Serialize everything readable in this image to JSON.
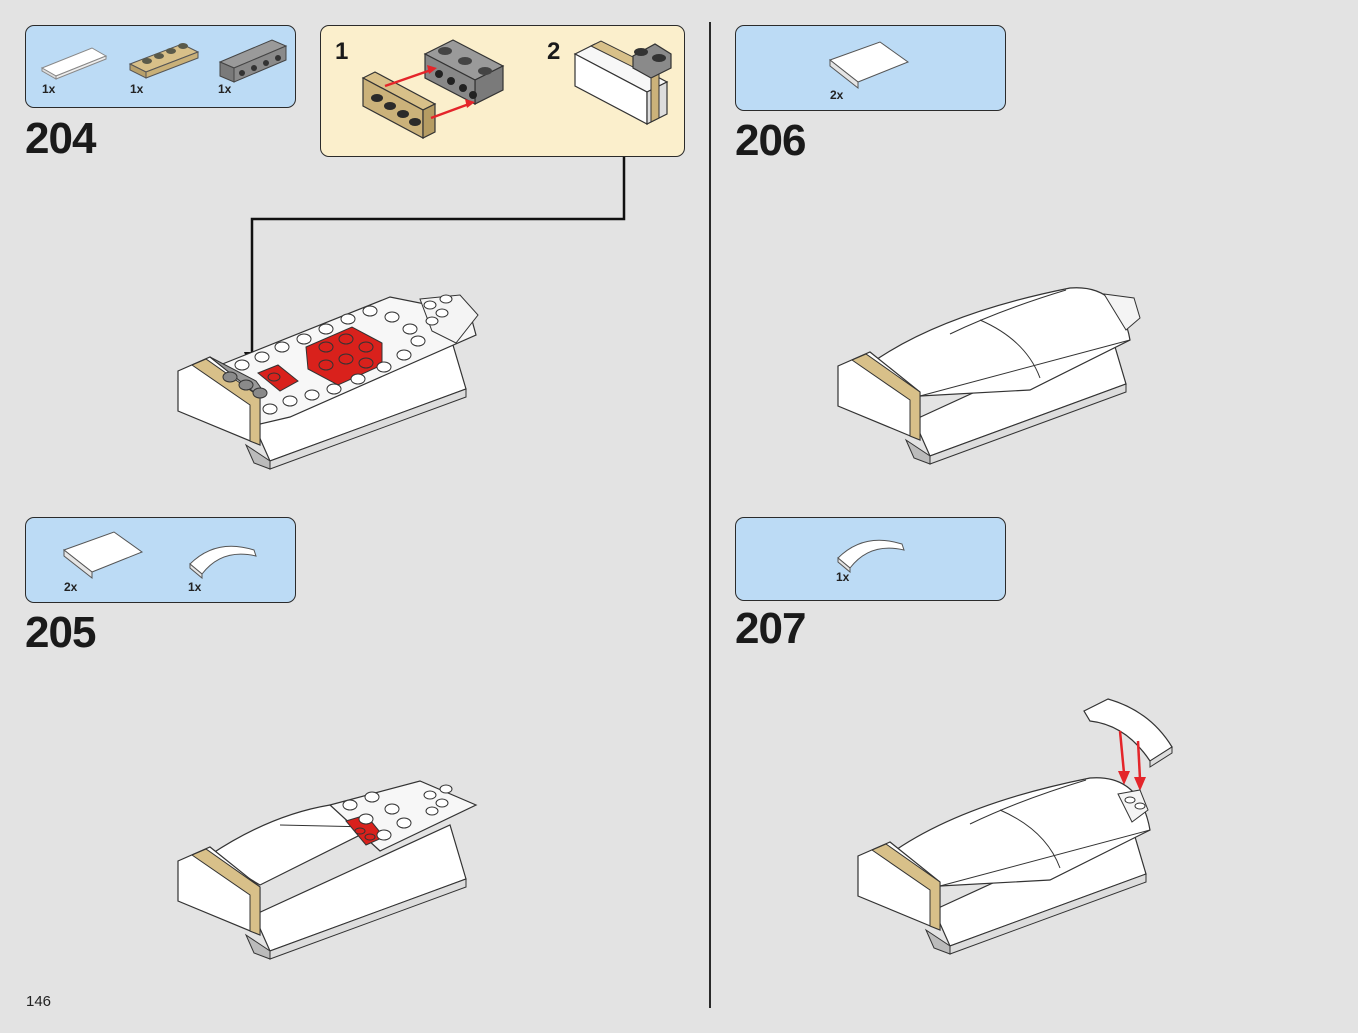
{
  "page": {
    "number": "146"
  },
  "steps": [
    {
      "number": "204",
      "parts": [
        {
          "qty": "1x",
          "icon": "white-tile-1x4-icon",
          "color": "#ffffff"
        },
        {
          "qty": "1x",
          "icon": "tan-plate-1x4-icon",
          "color": "#d8c089"
        },
        {
          "qty": "1x",
          "icon": "gray-bracket-1x4-icon",
          "color": "#9a9a9a"
        }
      ],
      "subassembly": {
        "steps": [
          {
            "number": "1"
          },
          {
            "number": "2"
          }
        ]
      }
    },
    {
      "number": "205",
      "parts": [
        {
          "qty": "2x",
          "icon": "white-curved-slope-icon",
          "color": "#ffffff"
        },
        {
          "qty": "1x",
          "icon": "white-arch-tile-icon",
          "color": "#ffffff"
        }
      ]
    },
    {
      "number": "206",
      "parts": [
        {
          "qty": "2x",
          "icon": "white-curved-slope-icon",
          "color": "#ffffff"
        }
      ]
    },
    {
      "number": "207",
      "parts": [
        {
          "qty": "1x",
          "icon": "white-arch-tile-icon",
          "color": "#ffffff"
        }
      ]
    }
  ],
  "colors": {
    "callout_bg": "#bcdbf5",
    "subassembly_bg": "#fbefcc",
    "page_bg": "#e3e3e3",
    "arrow_red": "#e4252a",
    "brick_red": "#d9211c",
    "tan": "#d8c089"
  }
}
